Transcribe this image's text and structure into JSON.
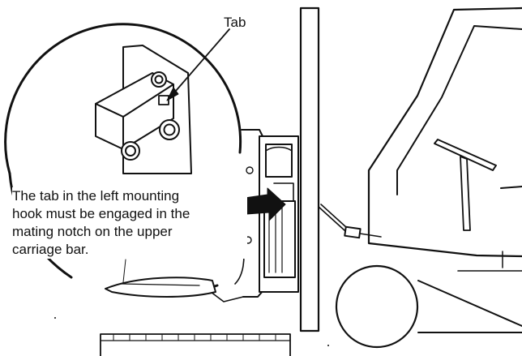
{
  "figure": {
    "callout_label": "Tab",
    "caption_lines": [
      "The tab in the left mounting",
      "hook must be engaged in the",
      "mating notch on the upper",
      "carriage bar."
    ]
  },
  "colors": {
    "ink": "#111111",
    "background": "#ffffff"
  }
}
